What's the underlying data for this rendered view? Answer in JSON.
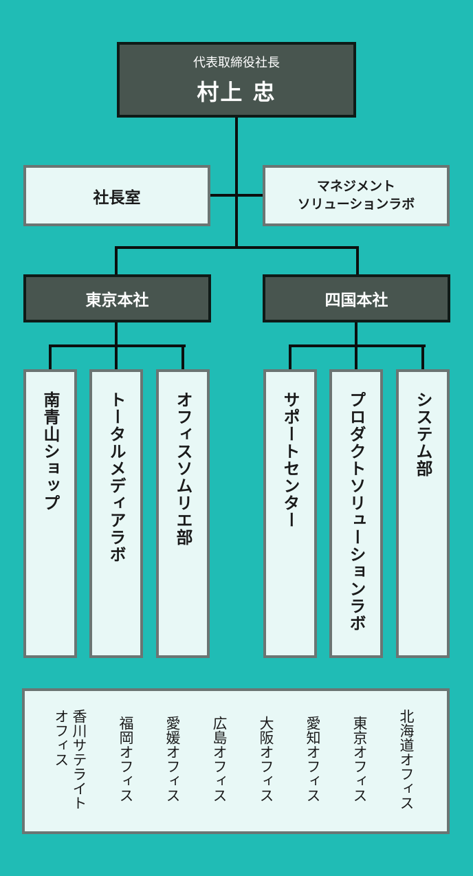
{
  "ceo": {
    "title": "代表取締役社長",
    "name": "村上 忠"
  },
  "staff": {
    "left": "社長室",
    "right_line1": "マネジメント",
    "right_line2": "ソリューションラボ"
  },
  "hq": {
    "tokyo": "東京本社",
    "shikoku": "四国本社"
  },
  "tokyo_units": [
    "南青山ショップ",
    "トータルメディアラボ",
    "オフィスソムリエ部"
  ],
  "shikoku_units": [
    "サポートセンター",
    "プロダクトソリューションラボ",
    "システム部"
  ],
  "offices": [
    "香川サテライト オフィス",
    "福岡オフィス",
    "愛媛オフィス",
    "広島オフィス",
    "大阪オフィス",
    "愛知オフィス",
    "東京オフィス",
    "北海道オフィス"
  ]
}
